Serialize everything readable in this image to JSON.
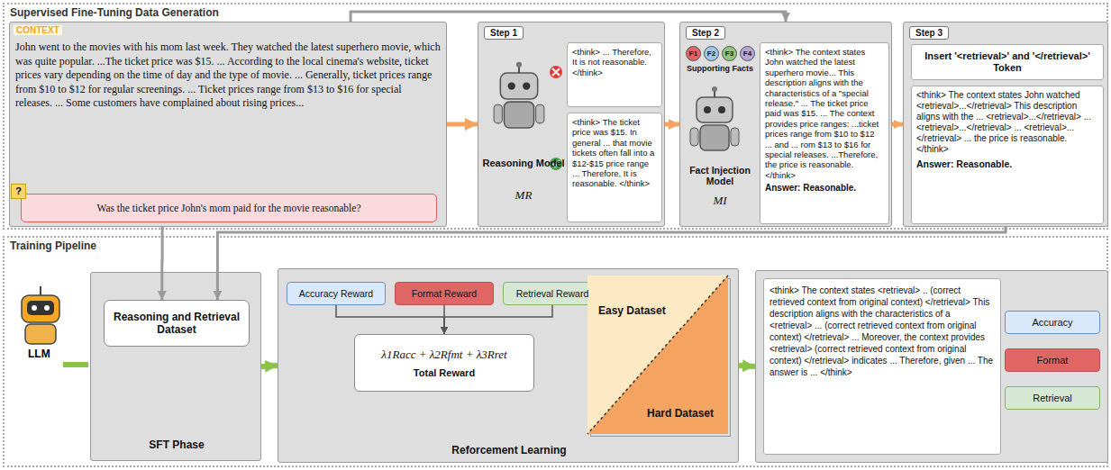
{
  "diagram": {
    "nodes": [
      {
        "text": [
          "Supervised Fine-Tuning Data Generation"
        ]
      },
      {
        "text": [
          "CONTEXT",
          "John went to the movies with his mom last week. They watched the latest superhero movie, which was quite popular. ...The ticket price was $15. ... According to the local cinema's website, ticket prices vary depending on the time of day and the type of movie. ... Generally, ticket prices range from $10 to $12 for regular screenings. ... Ticket prices range from $13 to $16 for special releases. ... Some customers have complained about rising prices..."
        ],
        "in": 0
      },
      {
        "text": [
          "Was the ticket price John's mom paid for the movie reasonable?"
        ],
        "in": 1
      },
      {
        "text": [
          "Step 1",
          "Reasoning Model",
          "MR"
        ],
        "in": 0
      },
      {
        "text": [
          "<think> ... Therefore, It is not reasonable. </think>"
        ],
        "in": 3
      },
      {
        "text": [
          "<think> The ticket price was $15. In general ... that movie tickets often fall into a $12-$15 price range ... Therefore, It is reasonable. </think>"
        ],
        "in": 3
      },
      {
        "text": [
          "Step 2",
          "Supporting Facts",
          "Fact Injection Model",
          "MI"
        ],
        "in": 0
      },
      {
        "text": [
          "F1"
        ],
        "in": 6
      },
      {
        "text": [
          "F2"
        ],
        "in": 6
      },
      {
        "text": [
          "F3"
        ],
        "in": 6
      },
      {
        "text": [
          "F4"
        ],
        "in": 6
      },
      {
        "text": [
          "<think> The context states John watched the latest superhero movie... This description aligns with the characteristics of a \"special release.\" ... The ticket price paid was $15. ... The context provides price ranges: ...ticket prices range from $10 to $12 ... and ... rom $13 to $16 for special releases. ...Therefore, the price is reasonable.</think>",
          "Answer: Reasonable."
        ],
        "in": 6
      },
      {
        "text": [
          "Step 3"
        ],
        "in": 0
      },
      {
        "text": [
          "Insert '<retrieval>' and '</retrieval>' Token"
        ],
        "in": 12
      },
      {
        "text": [
          "<think> The context states John watched <retrieval>...</retrieval> This description aligns with the ... <retrieval>...</retrieval> ... <retrieval>...</retrieval> ... <retrieval>...</retrieval> ... the price is reasonable.</think>",
          "Answer: Reasonable."
        ],
        "in": 12
      },
      {
        "text": [
          "Training Pipeline"
        ]
      },
      {
        "text": [
          "SFT Phase"
        ],
        "in": 15
      },
      {
        "text": [
          "Reasoning and Retrieval Dataset"
        ],
        "in": 16
      },
      {
        "text": [
          "Reforcement Learning"
        ],
        "in": 15
      },
      {
        "text": [
          "Accuracy Reward"
        ],
        "in": 18
      },
      {
        "text": [
          "Format Reward"
        ],
        "in": 18
      },
      {
        "text": [
          "Retrieval Reward"
        ],
        "in": 18
      },
      {
        "text": [
          "λ1Racc + λ2Rfmt + λ3Rret",
          "Total Reward"
        ],
        "in": 18
      },
      {
        "text": [
          "Easy Dataset",
          "Hard Dataset"
        ],
        "in": 18
      },
      {
        "text": [
          "<think> The context states <retrieval> .. (correct retrieved context from original context) </retrieval> This description aligns with the characteristics of a <retrieval> ... (correct retrieved context from original context) </retrieval> ... Moreover, the context provides <retrieval> (correct retrieved context from original context) </retrieval> indicates ... Therefore, given ... The answer is ... </think>"
        ],
        "in": 15
      },
      {
        "text": [
          "Accuracy"
        ],
        "in": 24
      },
      {
        "text": [
          "Format"
        ],
        "in": 24
      },
      {
        "text": [
          "Retrieval"
        ],
        "in": 24
      }
    ],
    "edges": [
      {
        "from": 1,
        "to": 3,
        "arrow": "to"
      },
      {
        "from": 3,
        "to": 6,
        "arrow": "to"
      },
      {
        "from": 6,
        "to": 12,
        "arrow": "to"
      },
      {
        "from": 1,
        "to": 6,
        "arrow": "to"
      },
      {
        "from": 1,
        "to": 17,
        "arrow": "to"
      },
      {
        "from": 12,
        "to": 17,
        "arrow": "to"
      },
      {
        "from": 19,
        "to": 22,
        "arrow": "to"
      },
      {
        "from": 20,
        "to": 22,
        "arrow": "to"
      },
      {
        "from": 21,
        "to": 22,
        "arrow": "to"
      },
      {
        "from": 16,
        "to": 18,
        "arrow": "to"
      },
      {
        "from": 18,
        "to": 24,
        "arrow": "to"
      }
    ],
    "labels": [
      "?",
      "LLM"
    ]
  }
}
